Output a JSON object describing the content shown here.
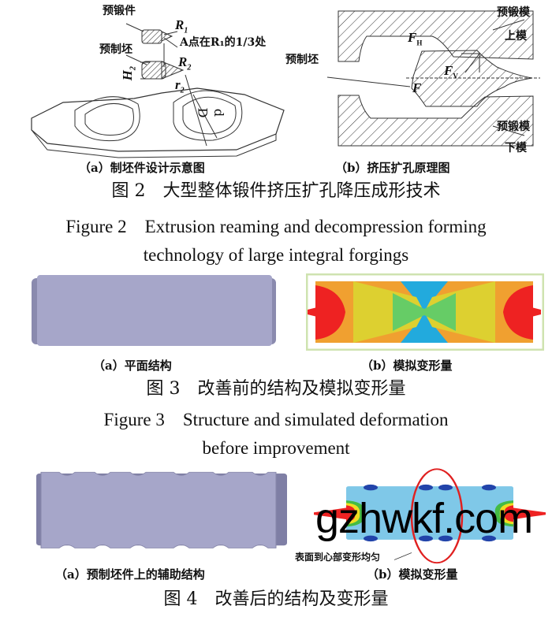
{
  "figure2": {
    "a": {
      "labels": {
        "preforging": "预锻件",
        "preform": "预制坯",
        "R1": "R",
        "R1_sub": "1",
        "R2": "R",
        "R2_sub": "2",
        "H2": "H",
        "H2_sub": "2",
        "r2": "r",
        "r2_sub": "2",
        "D2": "D",
        "d2": "d",
        "point_a": "A点在R₁的1/3处"
      },
      "caption": "（a）制坯件设计示意图"
    },
    "b": {
      "labels": {
        "upper_die_1": "预锻模",
        "upper_die_2": "上模",
        "lower_die_1": "预锻模",
        "lower_die_2": "下模",
        "preform": "预制坯",
        "FH": "F",
        "FH_sub": "H",
        "FV": "F",
        "FV_sub": "V",
        "F": "F"
      },
      "caption": "（b）挤压扩孔原理图"
    },
    "title_cn": "图 2　大型整体锻件挤压扩孔降压成形技术",
    "title_en_1": "Figure 2　Extrusion reaming and decompression forming",
    "title_en_2": "technology of large integral forgings"
  },
  "figure3": {
    "caption_a": "（a）平面结构",
    "caption_b": "（b）模拟变形量",
    "title_cn": "图 3　改善前的结构及模拟变形量",
    "title_en_1": "Figure 3　Structure and simulated deformation",
    "title_en_2": "before improvement"
  },
  "figure4": {
    "annotation": "表面到心部变形均匀",
    "caption_a": "（a）预制坯件上的辅助结构",
    "caption_b": "（b）模拟变形量",
    "title_cn": "图 4　改善后的结构及变形量"
  },
  "watermark": "gzhwkf.com",
  "colors": {
    "block": "#a3a3c8",
    "sim_red": "#ee2222",
    "sim_blue": "#7fc8e8",
    "ellipse": "#e02020",
    "border_green": "#cfe3b0"
  }
}
